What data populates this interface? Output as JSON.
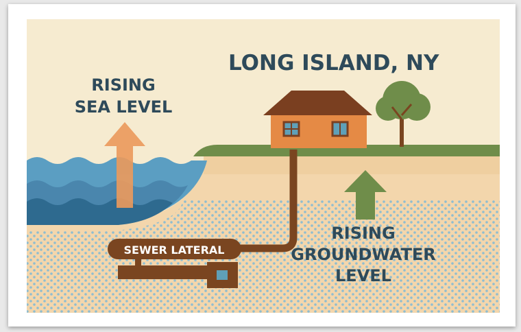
{
  "title": "LONG ISLAND, NY",
  "sea_label": {
    "line1": "RISING",
    "line2": "SEA LEVEL"
  },
  "groundwater_label": {
    "line1": "RISING",
    "line2": "GROUNDWATER",
    "line3": "LEVEL"
  },
  "sewer_label": "SEWER LATERAL",
  "colors": {
    "sky": "#f6ebd0",
    "soil": "#f3d6ac",
    "dots": "#8fbdd0",
    "grass": "#6f8d4a",
    "water_dark": "#2e6a8f",
    "water_light": "#5b9ec2",
    "arrow_orange": "#ec9a5c",
    "arrow_green": "#6f8d4a",
    "house": "#e58a45",
    "roof": "#7a3f20",
    "pipe": "#7a4520",
    "text_dark": "#2e4a5a"
  }
}
